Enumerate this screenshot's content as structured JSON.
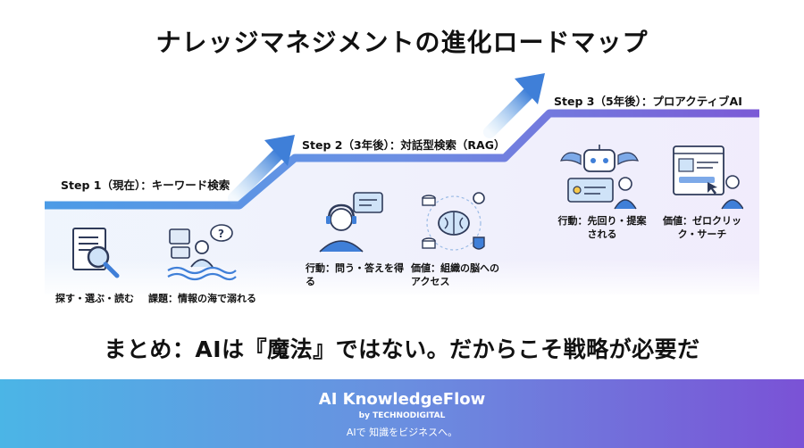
{
  "title": "ナレッジマネジメントの進化ロードマップ",
  "steps": [
    {
      "label": "Step 1（現在）：キーワード検索",
      "items": [
        {
          "icon": "document-search-icon",
          "caption": "探す・選ぶ・読む"
        },
        {
          "icon": "overwhelmed-person-icon",
          "caption": "課題：情報の海で溺れる"
        }
      ]
    },
    {
      "label": "Step 2（3年後）：対話型検索（RAG）",
      "items": [
        {
          "icon": "headset-support-icon",
          "caption": "行動：問う・答えを得る"
        },
        {
          "icon": "brain-network-icon",
          "caption": "価値：組織の脳へのアクセス"
        }
      ]
    },
    {
      "label": "Step 3（5年後）：プロアクティブAI",
      "items": [
        {
          "icon": "robot-assistant-icon",
          "caption": "行動：先回り・提案される"
        },
        {
          "icon": "zero-click-screen-icon",
          "caption": "価値：ゼロクリック・サーチ"
        }
      ]
    }
  ],
  "summary": "まとめ：AIは『魔法』ではない。だからこそ戦略が必要だ",
  "footer": {
    "brand": "AI KnowledgeFlow",
    "sub": "by TECHNODIGITAL",
    "tagline": "AIで 知識をビジネスへ。"
  },
  "colors": {
    "accent": "#3f7fd8",
    "path_start": "#4b9be6",
    "path_end": "#7b5ad6"
  }
}
